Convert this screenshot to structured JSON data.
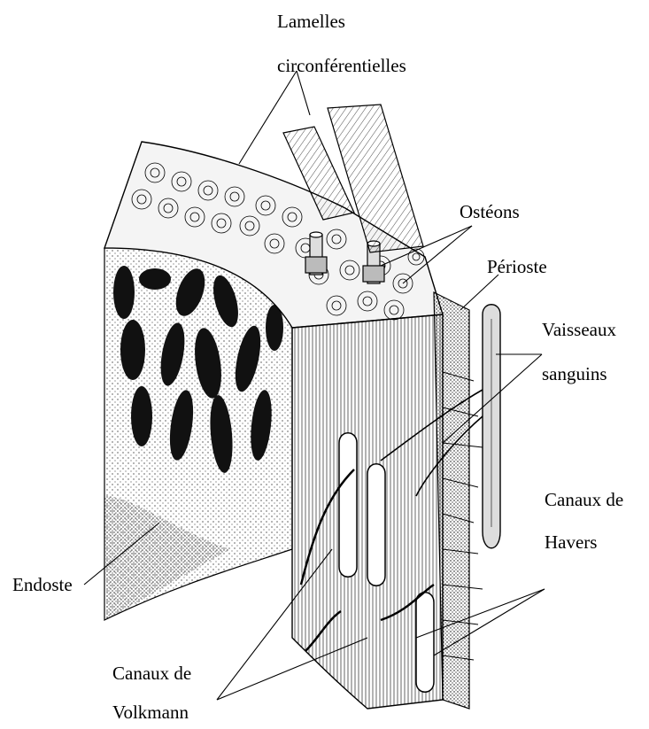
{
  "labels": {
    "lamelles_line1": "Lamelles",
    "lamelles_line2": "circonférentielles",
    "osteons": "Ostéons",
    "perioste": "Périoste",
    "vaisseaux_line1": "Vaisseaux",
    "vaisseaux_line2": "sanguins",
    "havers_line1": "Canaux de",
    "havers_line2": "Havers",
    "endoste": "Endoste",
    "volkmann_line1": "Canaux de",
    "volkmann_line2": "Volkmann"
  },
  "colors": {
    "ink": "#000000",
    "paper": "#ffffff"
  }
}
